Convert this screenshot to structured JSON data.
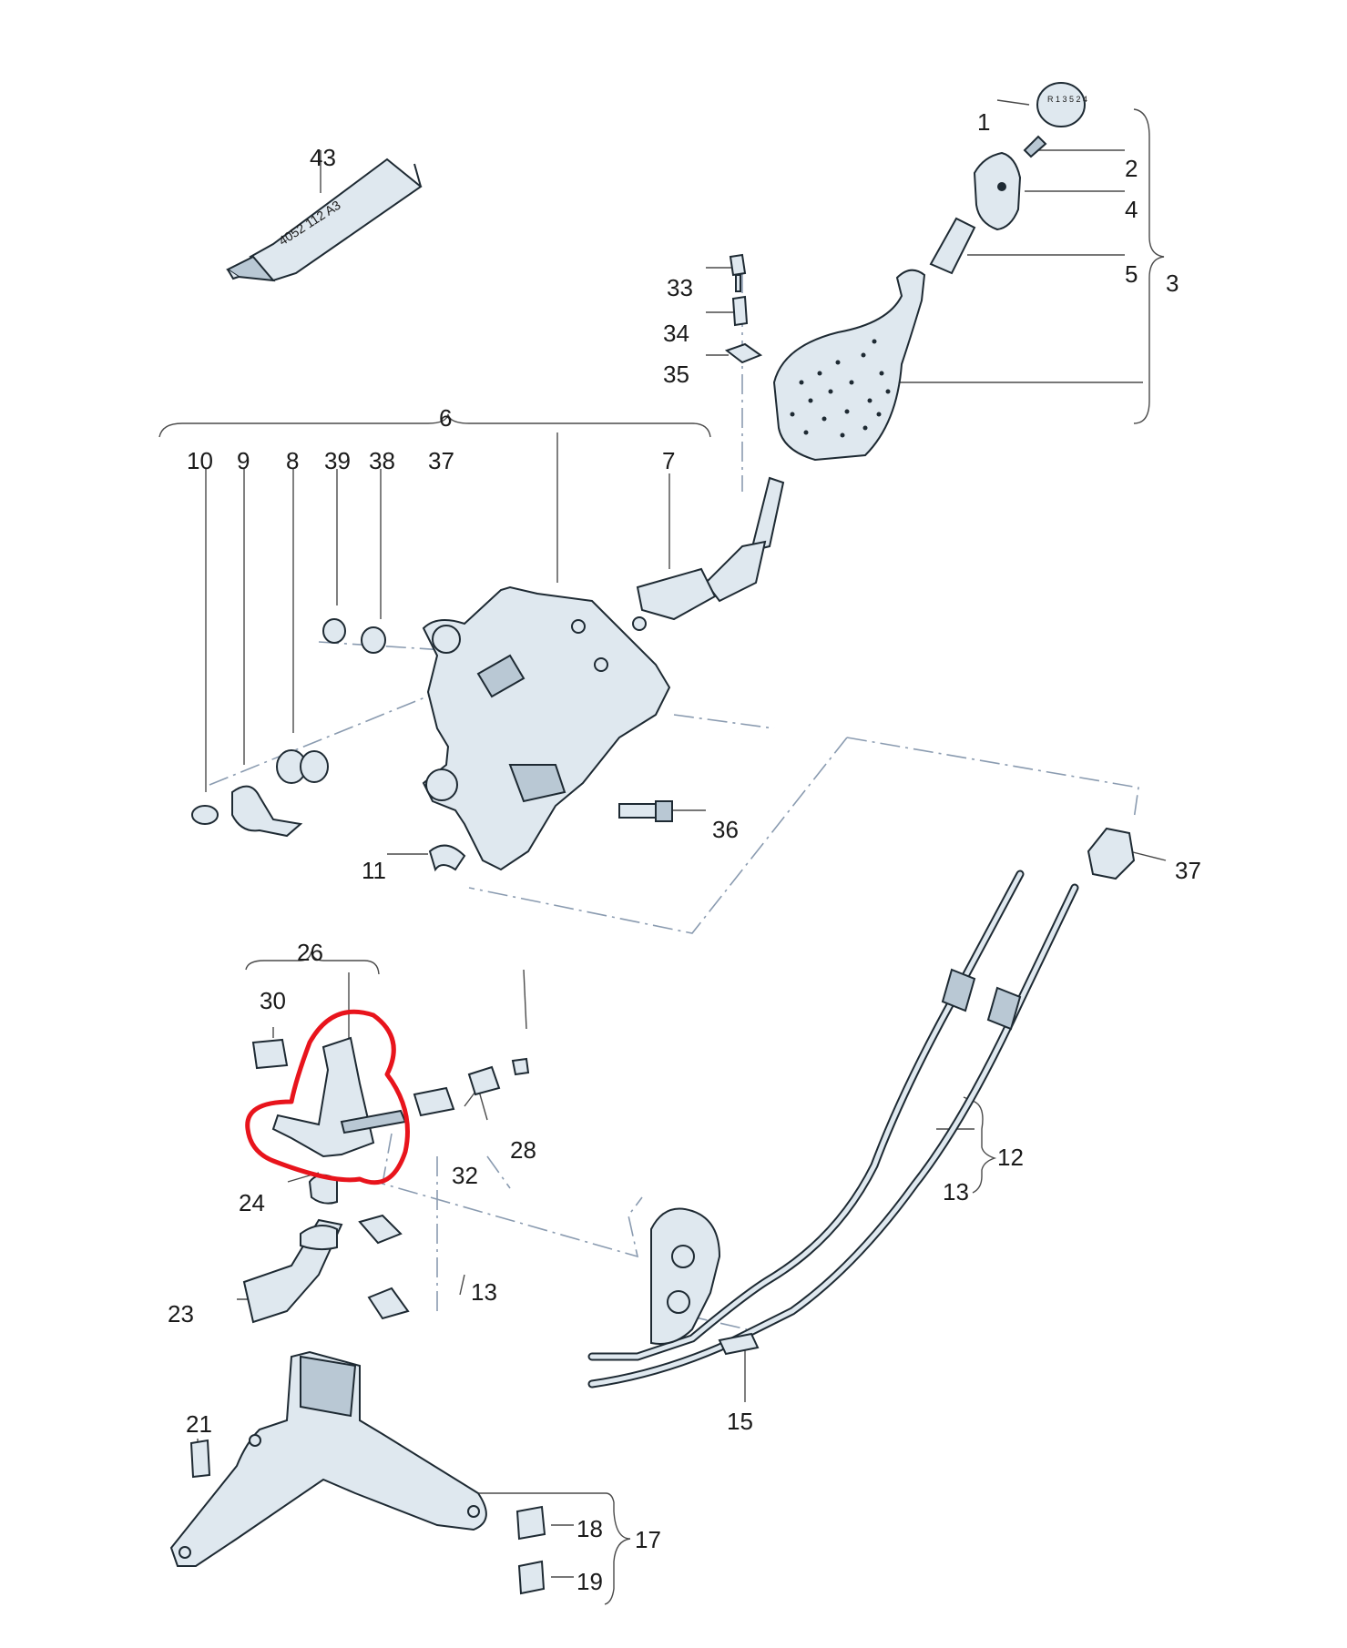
{
  "diagram": {
    "tube_text": "4052 112 A3",
    "knob_text": "R 1 3 5 2 4",
    "labels": {
      "l1": "1",
      "l2": "2",
      "l3": "3",
      "l4": "4",
      "l5": "5",
      "l6": "6",
      "l7": "7",
      "l8": "8",
      "l9": "9",
      "l10": "10",
      "l11": "11",
      "l12": "12",
      "l13a": "13",
      "l13b": "13",
      "l15": "15",
      "l17": "17",
      "l18": "18",
      "l19": "19",
      "l21": "21",
      "l23": "23",
      "l24": "24",
      "l26": "26",
      "l28": "28",
      "l30": "30",
      "l32": "32",
      "l33": "33",
      "l34": "34",
      "l35": "35",
      "l36": "36",
      "l37a": "37",
      "l37b": "37",
      "l38": "38",
      "l39": "39",
      "l43": "43"
    },
    "colors": {
      "highlight": "#e8141c",
      "part_fill": "#dfe8ef",
      "outline": "#1e2a33"
    }
  }
}
